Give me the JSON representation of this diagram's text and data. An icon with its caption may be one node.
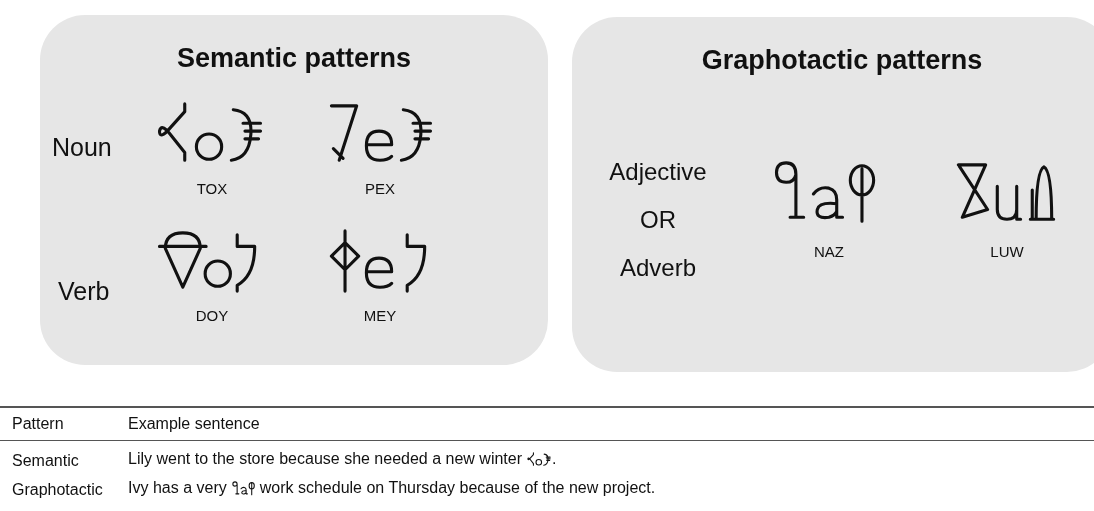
{
  "diagram": {
    "nodes": [
      {
        "text": [
          "Semantic patterns"
        ]
      },
      {
        "text": [
          "Graphotactic patterns"
        ]
      }
    ],
    "labels": [
      "Noun",
      "TOX",
      "PEX",
      "Verb",
      "DOY",
      "MEY",
      "Adjective OR Adverb",
      "NAZ",
      "LUW",
      "Pattern",
      "Example sentence",
      "Semantic",
      "Lily went to the store because she needed a new winter",
      ".",
      "Graphotactic",
      "Ivy has a very",
      "work schedule on Thursday because of the new project."
    ]
  }
}
